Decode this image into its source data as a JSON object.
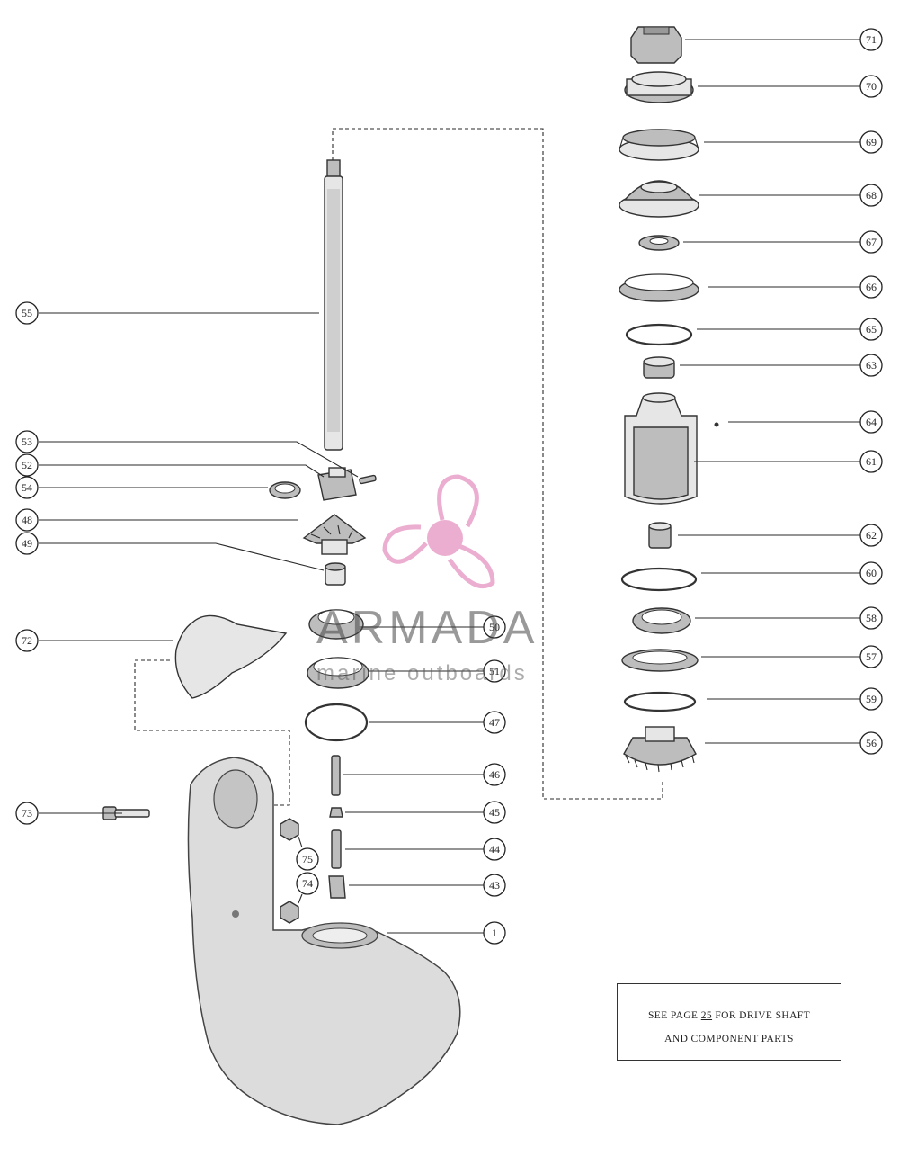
{
  "callouts": {
    "c71": "71",
    "c70": "70",
    "c69": "69",
    "c68": "68",
    "c67": "67",
    "c66": "66",
    "c65": "65",
    "c63": "63",
    "c64": "64",
    "c61": "61",
    "c62": "62",
    "c60": "60",
    "c58": "58",
    "c57": "57",
    "c59": "59",
    "c56": "56",
    "c55": "55",
    "c53": "53",
    "c52": "52",
    "c54": "54",
    "c48": "48",
    "c49": "49",
    "c50": "50",
    "c51": "51",
    "c72": "72",
    "c47": "47",
    "c46": "46",
    "c45": "45",
    "c44": "44",
    "c43": "43",
    "c73": "73",
    "c75": "75",
    "c74": "74",
    "c1": "1"
  },
  "note": {
    "line1_prefix": "SEE PAGE ",
    "page": "25",
    "line1_suffix": " FOR DRIVE SHAFT",
    "line2": "AND COMPONENT PARTS"
  },
  "watermark": {
    "brand": "ARMADA",
    "tagline": "marine outboards",
    "logo_color": "#e8a0c8"
  },
  "icons": {
    "logo": "propeller-logo-icon"
  }
}
